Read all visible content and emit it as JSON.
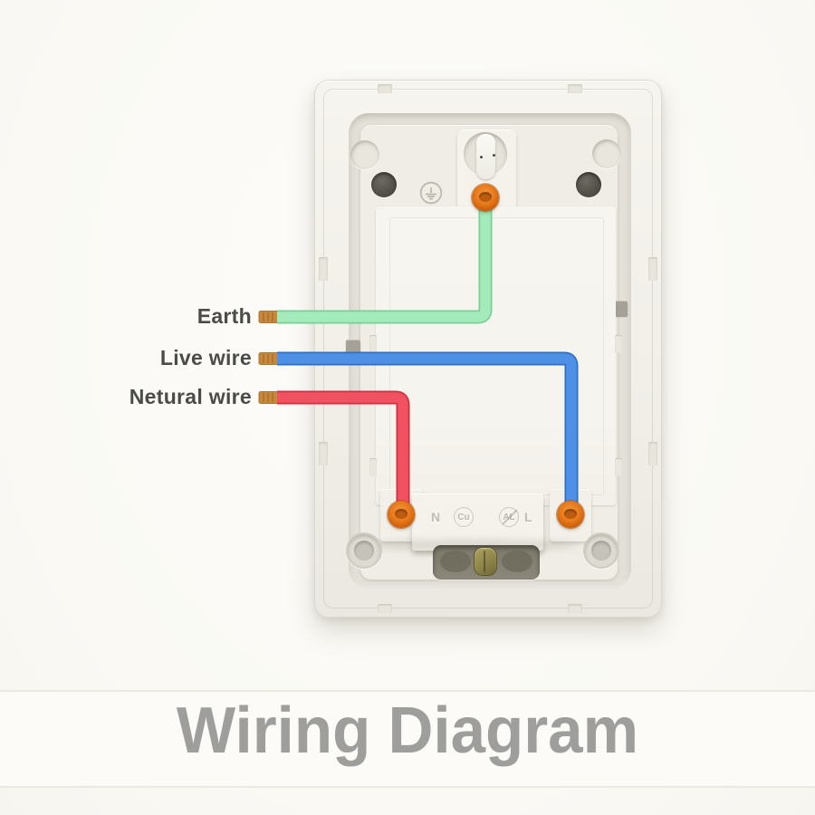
{
  "title": {
    "text": "Wiring Diagram",
    "color": "#9e9e9c"
  },
  "wires": [
    {
      "name": "earth",
      "label": "Earth",
      "color": "#a3ebbb",
      "edge_color": "#79cf97",
      "tip_color": "#c8883c"
    },
    {
      "name": "live",
      "label": "Live wire",
      "color": "#4e90e6",
      "edge_color": "#2e6ec9",
      "tip_color": "#c8883c"
    },
    {
      "name": "neutral",
      "label": "Netural wire",
      "color": "#f05261",
      "edge_color": "#d32f3f",
      "tip_color": "#c8883c"
    }
  ],
  "plate": {
    "terminal_color": "#e0731d",
    "markings": {
      "neutral": "N",
      "copper": "Cu",
      "aluminum": "AL",
      "live": "L"
    },
    "icons": {
      "top_symbol": "earth-ground-icon",
      "top_center": "screw-clip-icon",
      "bottom_center": "brass-screw-icon"
    }
  }
}
